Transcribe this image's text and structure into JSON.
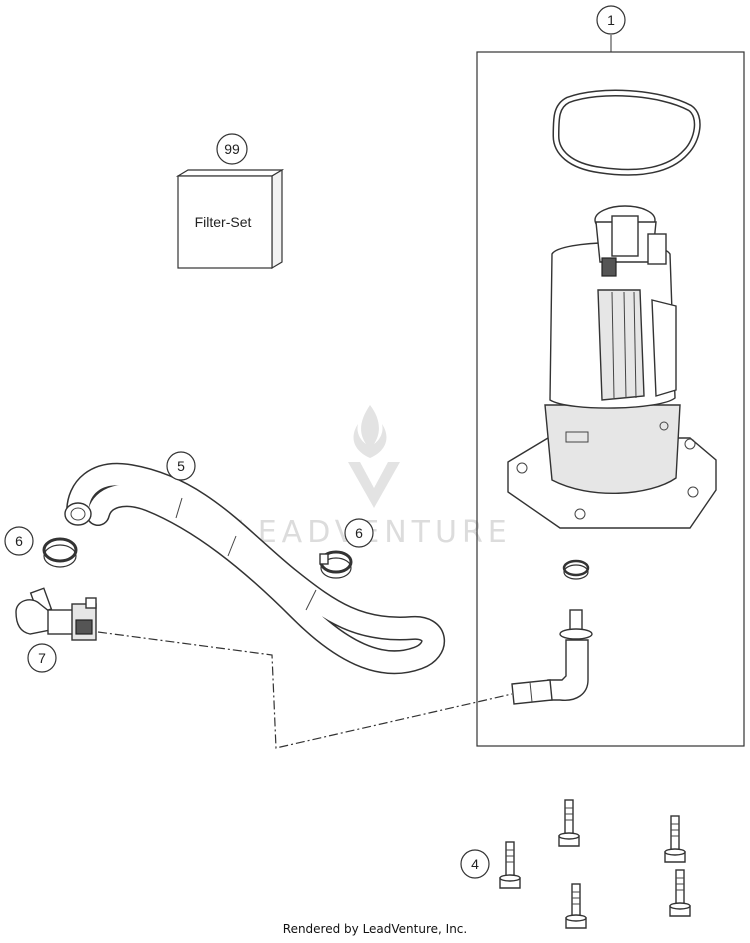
{
  "callouts": {
    "fuel_pump": "1",
    "screws": "4",
    "fuel_hose": "5",
    "hose_clamp_left": "6",
    "hose_clamp_right": "6",
    "quick_connector": "7",
    "filter_set": "99"
  },
  "filter_set_box": {
    "label": "Filter-Set"
  },
  "watermark": {
    "brand": "LEADVENTURE"
  },
  "footer": {
    "credit": "Rendered by LeadVenture, Inc."
  }
}
